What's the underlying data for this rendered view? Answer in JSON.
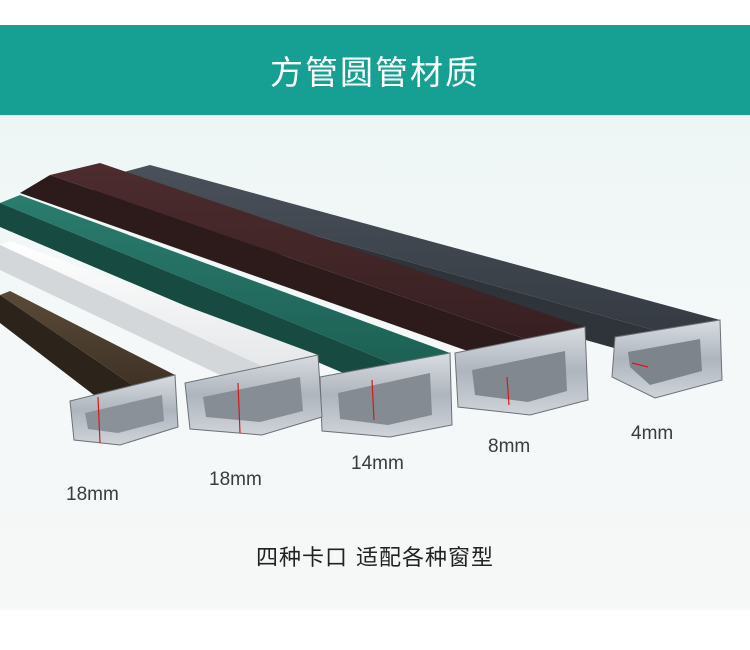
{
  "banner": {
    "title": "方管圆管材质",
    "color": "#16a093"
  },
  "profiles": [
    {
      "size": "18mm",
      "finish": "bronze",
      "color": "#4a3c2c"
    },
    {
      "size": "18mm",
      "finish": "white",
      "color": "#f4f4f4"
    },
    {
      "size": "14mm",
      "finish": "green",
      "color": "#1f6a5c"
    },
    {
      "size": "8mm",
      "finish": "maroon",
      "color": "#3f2426"
    },
    {
      "size": "4mm",
      "finish": "dark-grey",
      "color": "#3a4049"
    }
  ],
  "caption": "四种卡口  适配各种窗型"
}
